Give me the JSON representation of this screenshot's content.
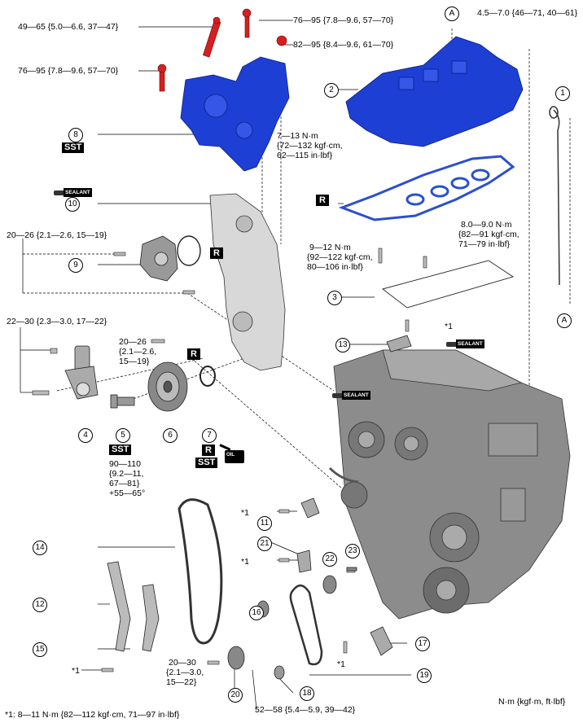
{
  "torques": {
    "t1": "49—65 {5.0—6.6, 37—47}",
    "t2": "76—95 {7.8—9.6, 57—70}",
    "t3": "82—95 {8.4—9.6, 61—70}",
    "t4": "4.5—7.0 {46—71, 40—61}",
    "t5": "76—95 {7.8—9.6, 57—70}",
    "t6": [
      "7—13 N·m",
      "{72—132 kgf·cm,",
      "62—115 in·lbf}"
    ],
    "t7": "20—26 {2.1—2.6, 15—19}",
    "t8": [
      "8.0—9.0 N·m",
      "{82—91 kgf·cm,",
      "71—79 in·lbf}"
    ],
    "t9": [
      "9—12 N·m",
      "{92—122 kgf·cm,",
      "80—106 in·lbf}"
    ],
    "t10": "22—30 {2.3—3.0, 17—22}",
    "t11": [
      "20—26",
      "{2.1—2.6,",
      "15—19}"
    ],
    "t12": [
      "90—110",
      "{9.2—11,",
      "67—81}",
      "+55—65°"
    ],
    "t13": [
      "20—30",
      "{2.1—3.0,",
      "15—22}"
    ],
    "t14": "52—58 {5.4—5.9, 39—42}"
  },
  "callouts": [
    "1",
    "2",
    "3",
    "4",
    "5",
    "6",
    "7",
    "8",
    "9",
    "10",
    "11",
    "12",
    "13",
    "14",
    "15",
    "16",
    "17",
    "18",
    "19",
    "20",
    "21",
    "22",
    "23"
  ],
  "ref_a": "A",
  "star1": "*1",
  "sst_label": "SST",
  "r_label": "R",
  "sealant_label": "SEALANT",
  "oil_label": "OIL",
  "footnote": "*1: 8—11 N·m {82—112 kgf·cm, 71—97 in·lbf}",
  "units": "N·m {kgf·m, ft·lbf}",
  "colors": {
    "blue_part": "#1d3fd4",
    "engine": "#8c8c8c",
    "gasket": "#2a4fd0"
  }
}
